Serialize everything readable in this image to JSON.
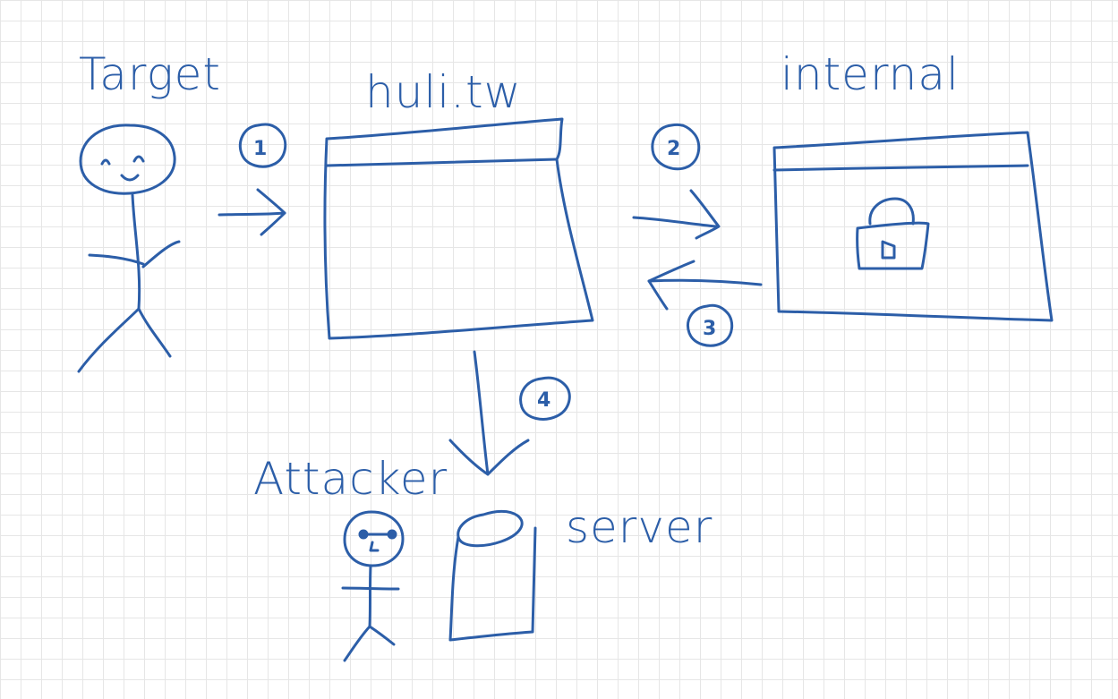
{
  "labels": {
    "target": "Target",
    "site": "huli.tw",
    "internal": "internal",
    "attacker": "Attacker",
    "server": "server"
  },
  "steps": [
    "1",
    "2",
    "3",
    "4"
  ],
  "colors": {
    "ink": "#2c5ea8",
    "grid": "#e6e6e6",
    "background": "#ffffff"
  }
}
